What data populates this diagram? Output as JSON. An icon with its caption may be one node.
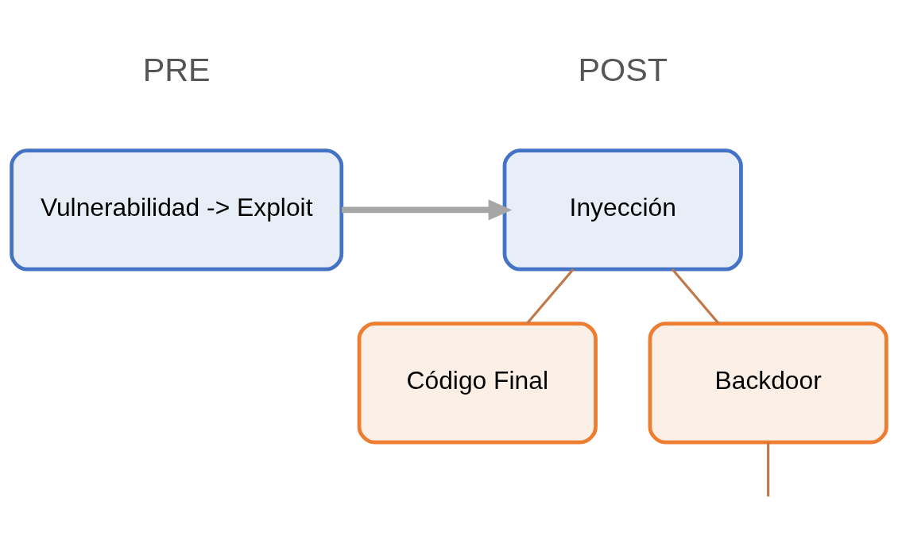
{
  "diagram": {
    "nodes": [
      {
        "text": [
          "Vulnerabilidad -> Exploit"
        ]
      },
      {
        "text": [
          "Inyección"
        ]
      },
      {
        "text": [
          "Código Final"
        ]
      },
      {
        "text": [
          "Backdoor"
        ]
      }
    ],
    "edges": [
      {
        "from": 0,
        "to": 1,
        "arrow": "to",
        "style": "thick",
        "color": "#a6a6a6"
      },
      {
        "from": 1,
        "to": 2,
        "arrow": "none"
      },
      {
        "from": 1,
        "to": 3,
        "arrow": "none"
      },
      {
        "from": 3,
        "to": null,
        "arrow": "none"
      }
    ],
    "labels": [
      "PRE",
      "POST"
    ]
  }
}
